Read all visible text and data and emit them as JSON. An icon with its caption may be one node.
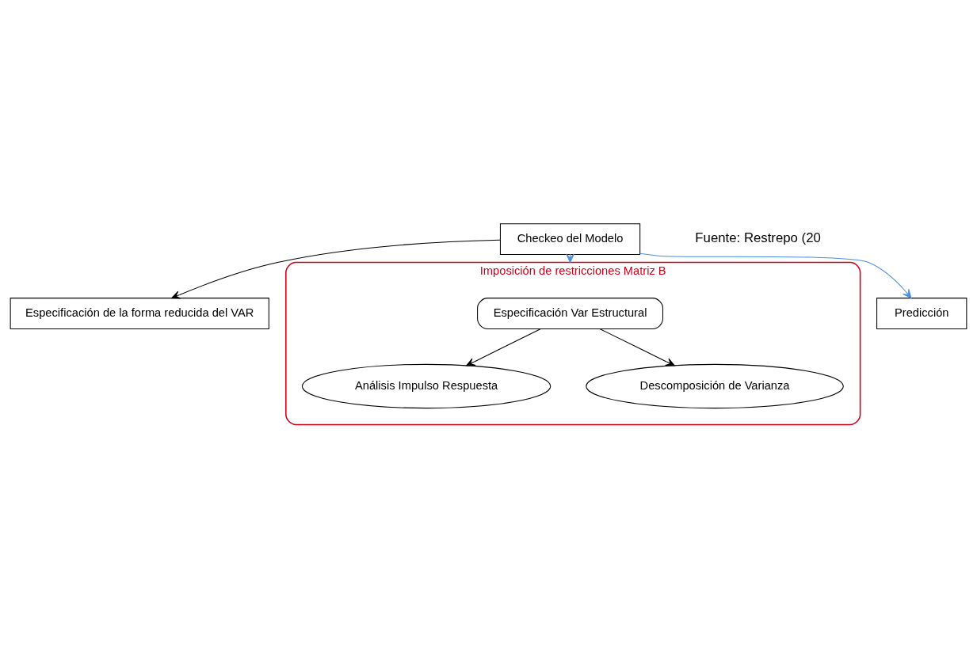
{
  "diagram": {
    "nodes": [
      {
        "text": [
          "Especificación de la forma reducida del VAR"
        ]
      },
      {
        "text": [
          "Checkeo del Modelo"
        ]
      },
      {
        "text": [
          "Imposición de restricciones Matriz B"
        ]
      },
      {
        "text": [
          "Especificación Var Estructural"
        ],
        "in": 2
      },
      {
        "text": [
          "Análisis Impulso Respuesta"
        ],
        "in": 2
      },
      {
        "text": [
          "Descomposición de Varianza"
        ],
        "in": 2
      },
      {
        "text": [
          "Predicción"
        ]
      }
    ],
    "edges": [
      {
        "from": 1,
        "to": 0,
        "arrow": "to"
      },
      {
        "from": 1,
        "to": 2,
        "arrow": "to",
        "color": "#4a90e2"
      },
      {
        "from": 1,
        "to": 6,
        "arrow": "to",
        "color": "#4a90e2"
      },
      {
        "from": 3,
        "to": 4,
        "arrow": "to"
      },
      {
        "from": 3,
        "to": 5,
        "arrow": "to"
      }
    ],
    "labels": [
      "Fuente: Restrepo (20"
    ]
  }
}
